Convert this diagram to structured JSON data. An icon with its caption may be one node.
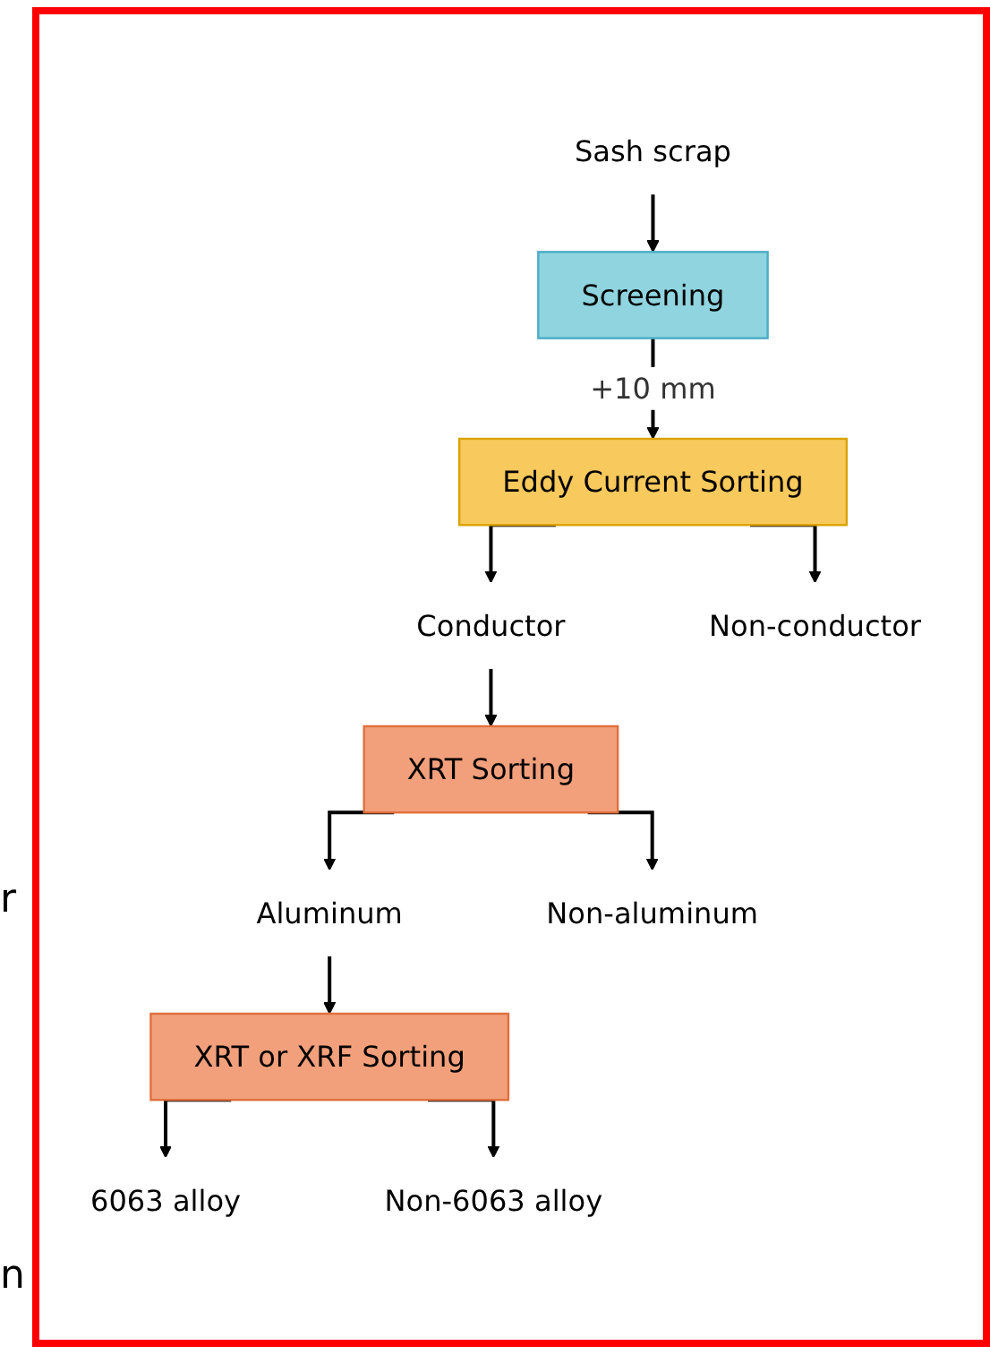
{
  "diagram": {
    "nodes": [
      {
        "text": [
          "Sash scrap"
        ]
      },
      {
        "text": [
          "Screening"
        ]
      },
      {
        "text": [
          "Eddy Current Sorting"
        ]
      },
      {
        "text": [
          "Conductor"
        ]
      },
      {
        "text": [
          "Non-conductor"
        ]
      },
      {
        "text": [
          "XRT Sorting"
        ]
      },
      {
        "text": [
          "Aluminum"
        ]
      },
      {
        "text": [
          "Non-aluminum"
        ]
      },
      {
        "text": [
          "XRT or XRF Sorting"
        ]
      },
      {
        "text": [
          "6063 alloy"
        ]
      },
      {
        "text": [
          "Non-6063 alloy"
        ]
      }
    ],
    "edges": [
      {
        "from": 0,
        "to": 1,
        "arrow": "to"
      },
      {
        "from": 1,
        "to": 2,
        "arrow": "to",
        "label": "+10 mm"
      },
      {
        "from": 2,
        "to": 3,
        "arrow": "to"
      },
      {
        "from": 2,
        "to": 4,
        "arrow": "to"
      },
      {
        "from": 3,
        "to": 5,
        "arrow": "to"
      },
      {
        "from": 5,
        "to": 6,
        "arrow": "to"
      },
      {
        "from": 5,
        "to": 7,
        "arrow": "to"
      },
      {
        "from": 6,
        "to": 8,
        "arrow": "to"
      },
      {
        "from": 8,
        "to": 9,
        "arrow": "to"
      },
      {
        "from": 8,
        "to": 10,
        "arrow": "to"
      }
    ],
    "labels": [
      "r",
      "n"
    ]
  }
}
